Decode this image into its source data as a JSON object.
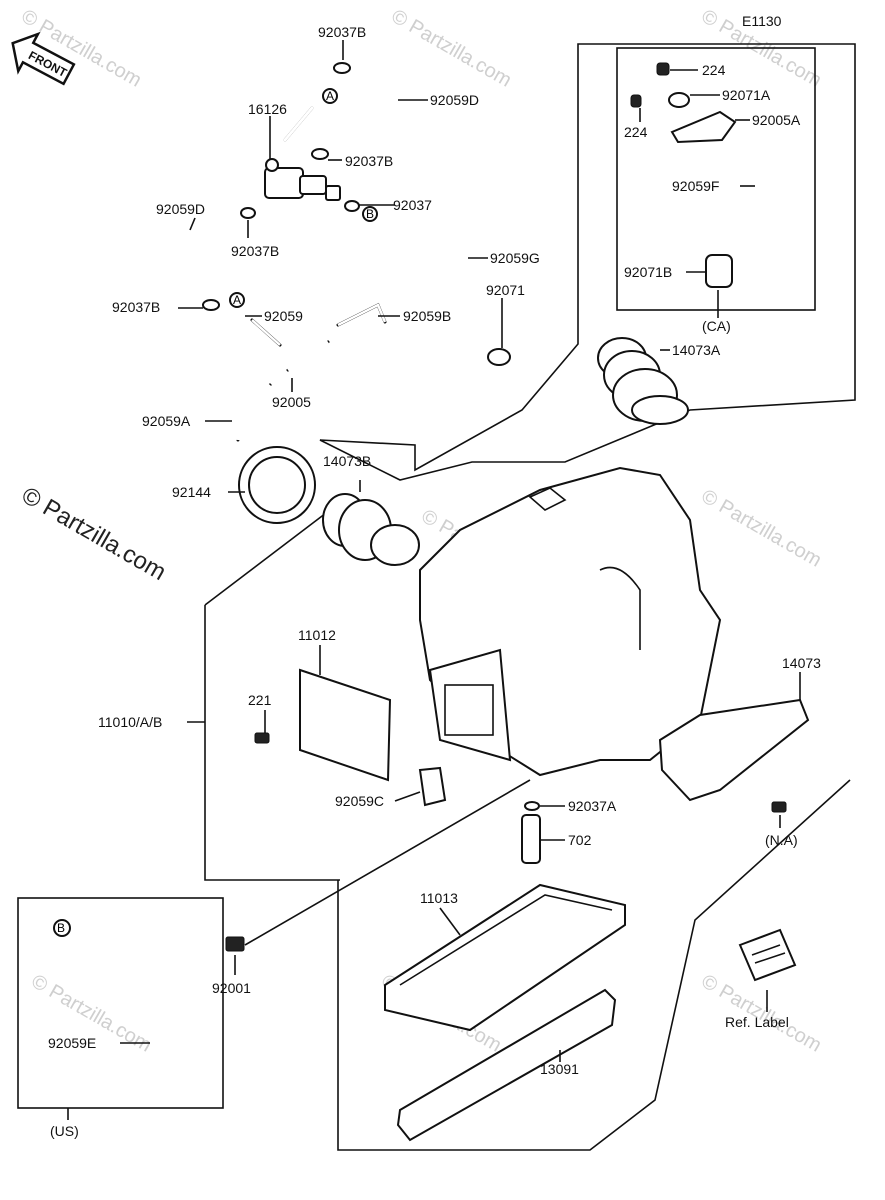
{
  "diagram_code": "E1130",
  "front_label": "FRONT",
  "watermark": "© Partzilla.com",
  "parts": {
    "p92037B_top": "92037B",
    "p92059D_top": "92059D",
    "p16126": "16126",
    "pA_top": "A",
    "p92037B_mid": "92037B",
    "p92037": "92037",
    "pB_mid": "B",
    "p92059G": "92059G",
    "p92059D_left": "92059D",
    "p92037B_left": "92037B",
    "p92037B_lower": "92037B",
    "pA_lower": "A",
    "p92059": "92059",
    "p92059B": "92059B",
    "p92071": "92071",
    "p92005": "92005",
    "p92059A": "92059A",
    "p92144": "92144",
    "p14073B": "14073B",
    "p14073A": "14073A",
    "p224_top": "224",
    "p92071A": "92071A",
    "p224_left": "224",
    "p92005A": "92005A",
    "p92059F": "92059F",
    "p92071B": "92071B",
    "pCA": "(CA)",
    "p11012": "11012",
    "p221": "221",
    "p11010": "11010/A/B",
    "p14073": "14073",
    "p92059C": "92059C",
    "p92037A": "92037A",
    "p702": "702",
    "pNA": "(N.A)",
    "p11013": "11013",
    "p92001": "92001",
    "pB_us": "B",
    "p92059E": "92059E",
    "pUS": "(US)",
    "p13091": "13091",
    "pRefLabel": "Ref. Label"
  }
}
